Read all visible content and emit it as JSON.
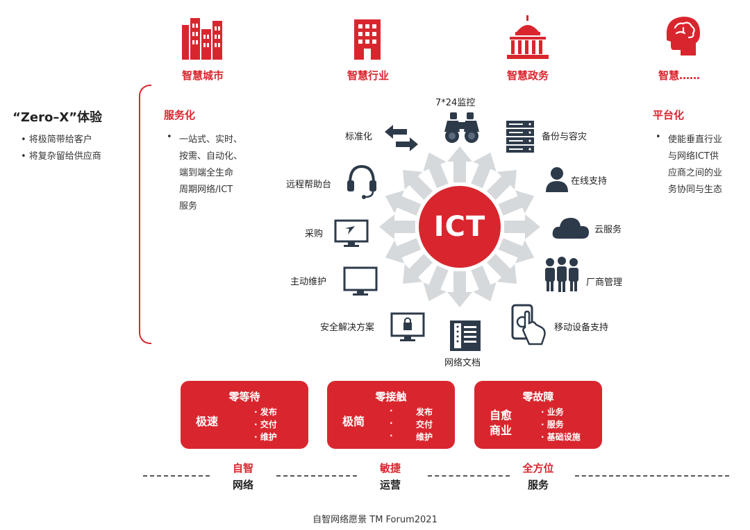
{
  "top": [
    {
      "label": "智慧城市",
      "icon": "city-buildings-icon"
    },
    {
      "label": "智慧行业",
      "icon": "office-building-icon"
    },
    {
      "label": "智慧政务",
      "icon": "government-capitol-icon"
    },
    {
      "label": "智慧……",
      "icon": "brain-head-icon"
    }
  ],
  "left_panel": {
    "title": "“Zero–X”体验",
    "items": [
      "• 将极简带给客户",
      "• 将复杂留给供应商"
    ]
  },
  "service": {
    "title": "服务化",
    "bullet": "•",
    "lines": [
      "一站式、实时、",
      "按需、自动化、",
      "端到端全生命",
      "周期网络/ICT",
      "服务"
    ]
  },
  "platform": {
    "title": "平台化",
    "bullet": "•",
    "lines": [
      "使能垂直行业",
      "与网络ICT供",
      "应商之间的业",
      "务协同与生态"
    ]
  },
  "center": "ICT",
  "nodes": {
    "monitor": "7*24监控",
    "standard": "标准化",
    "backup": "备份与容灾",
    "helpdesk": "远程帮助台",
    "online": "在线支持",
    "procure": "采购",
    "cloud": "云服务",
    "maintain": "主动维护",
    "vendor": "厂商管理",
    "security": "安全解决方案",
    "mobile": "移动设备支持",
    "docs": "网络文档"
  },
  "zero_boxes": [
    {
      "title": "零等待",
      "left": "极速",
      "items": [
        "· 发布",
        "· 交付",
        "· 维护"
      ]
    },
    {
      "title": "零接触",
      "left": "极简",
      "items": [
        "·",
        "·",
        "·"
      ],
      "items2": [
        "发布",
        "交付",
        "维护"
      ]
    },
    {
      "title": "零故障",
      "left1": "自愈",
      "left2": "商业",
      "items": [
        "· 业务",
        "· 服务",
        "· 基础设施"
      ]
    }
  ],
  "bottom": [
    {
      "red": "自智",
      "black": "网络"
    },
    {
      "red": "敏捷",
      "black": "运营"
    },
    {
      "red": "全方位",
      "black": "服务"
    }
  ],
  "caption": "自智网络愿景 TM Forum2021",
  "colors": {
    "accent": "#d9262e",
    "arrow": "#d6d9dc",
    "icon": "#2d3a4a"
  }
}
